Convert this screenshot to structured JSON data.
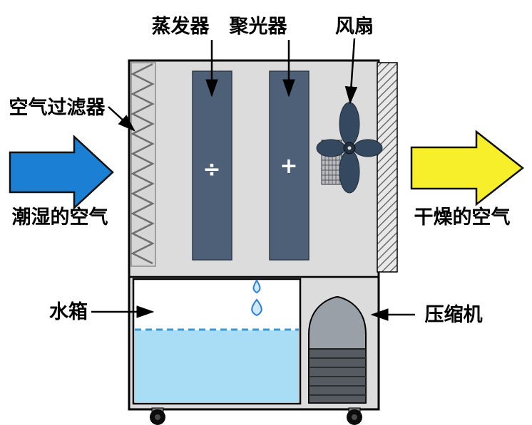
{
  "diagram": {
    "labels": {
      "evaporator": "蒸发器",
      "condenser": "聚光器",
      "fan": "风扇",
      "air_filter": "空气过滤器",
      "humid_air": "潮湿的空气",
      "dry_air": "干燥的空气",
      "water_tank": "水箱",
      "compressor": "压缩机"
    },
    "symbols": {
      "evaporator_mark": "÷",
      "condenser_mark": "+"
    },
    "colors": {
      "humid_air_arrow": "#1b7fd4",
      "dry_air_arrow": "#f7ef29",
      "machine_body": "#dcdcdc",
      "coil_fill": "#4d6078",
      "fan_fill": "#34485f",
      "water_fill": "#a9dcf5",
      "water_line": "#2f9be0"
    }
  }
}
